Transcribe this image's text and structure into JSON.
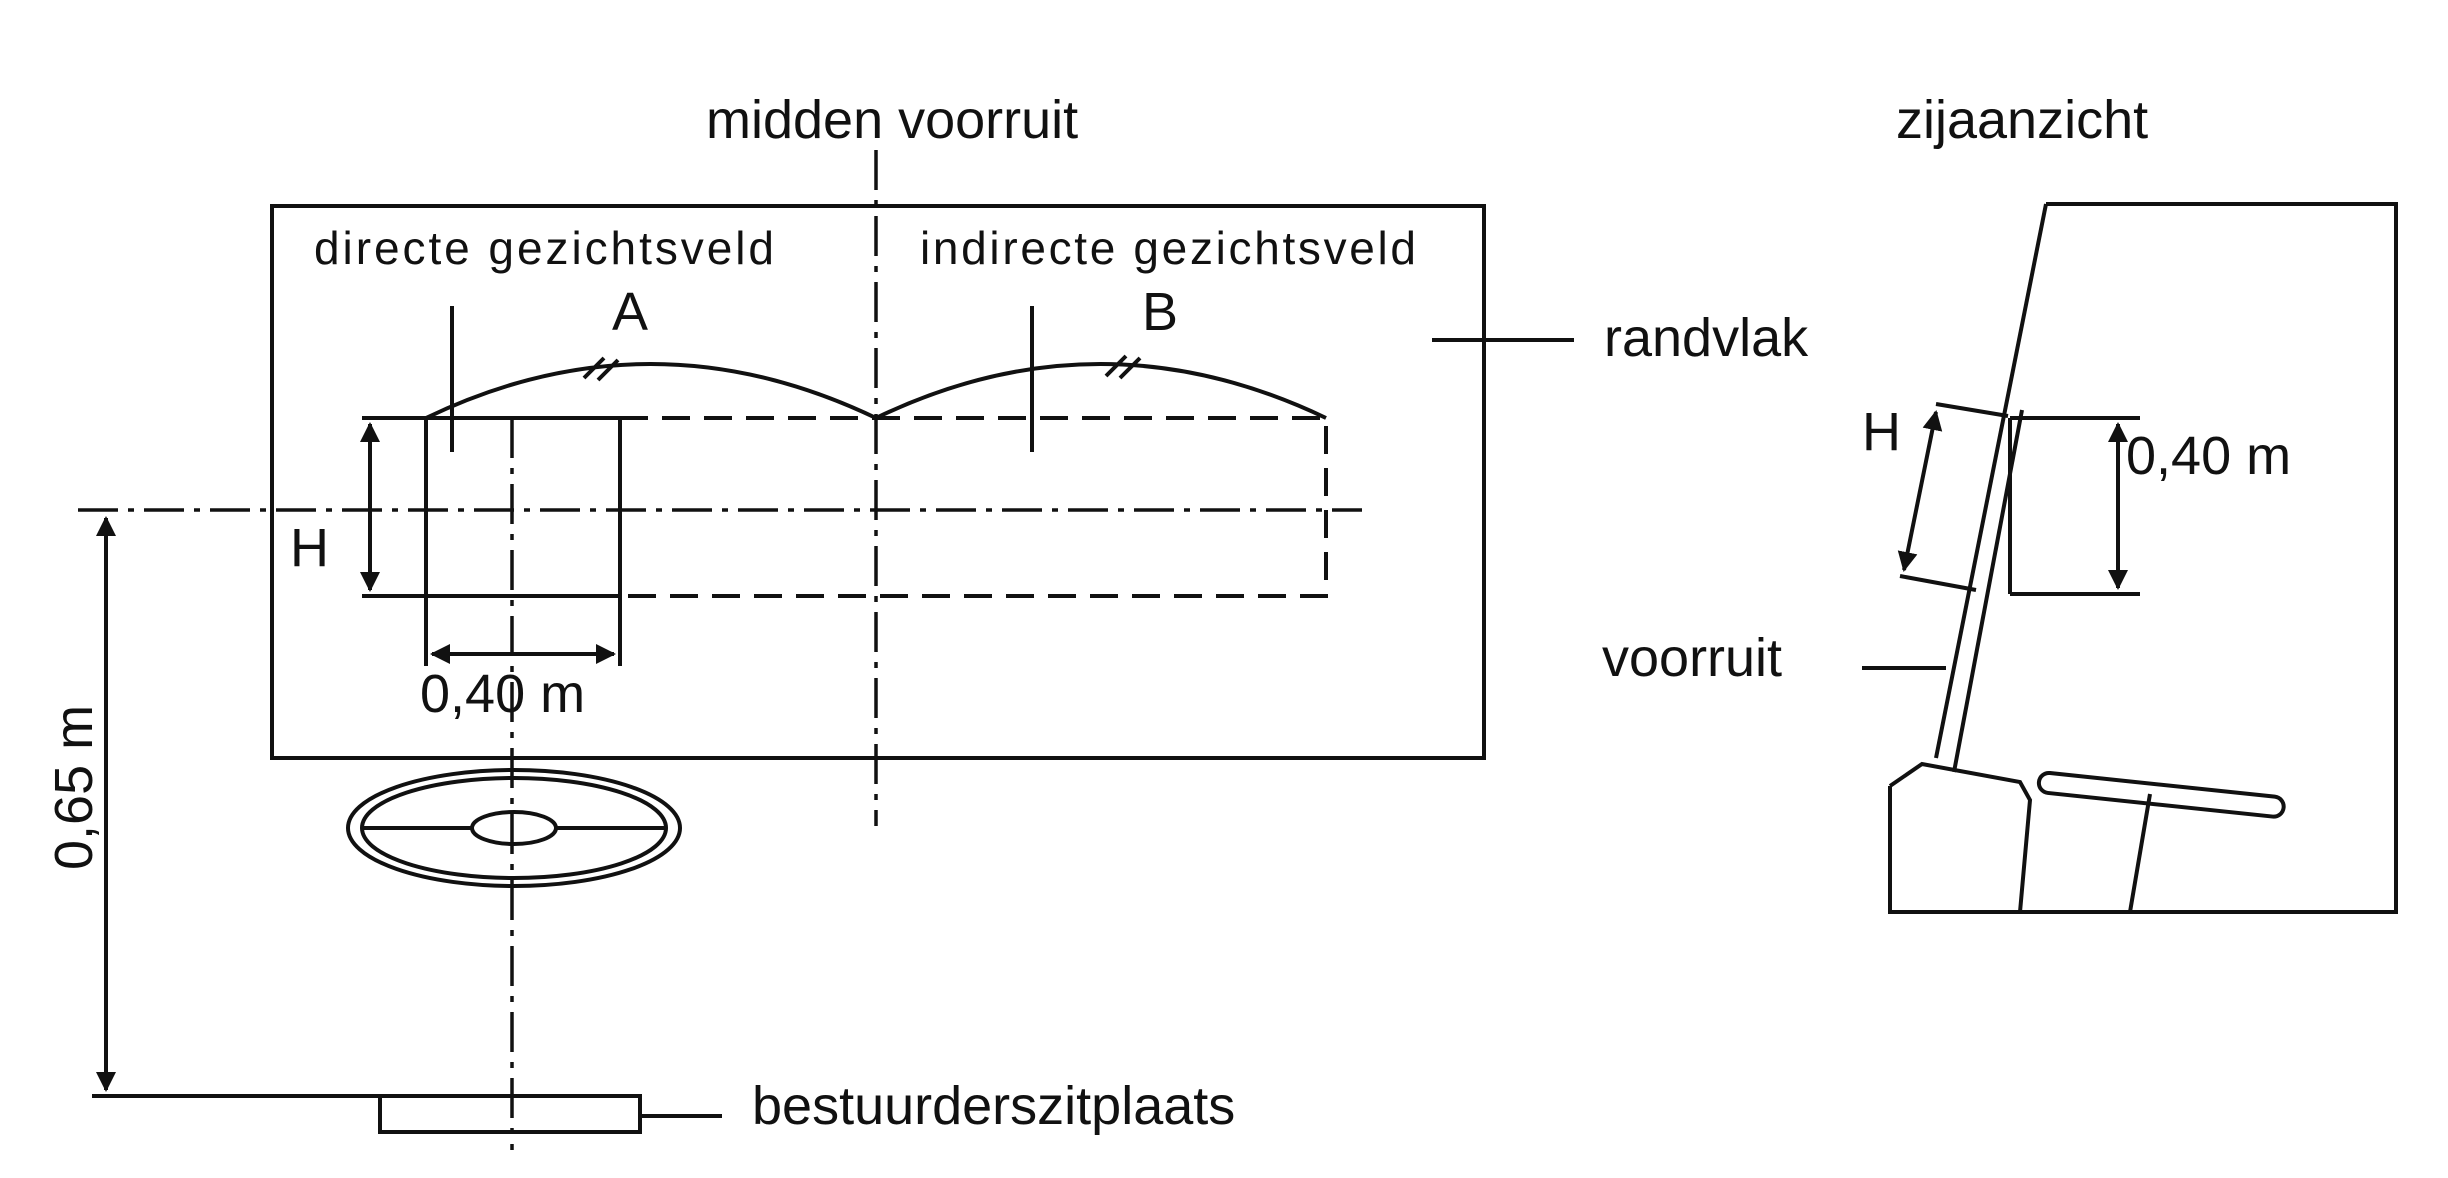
{
  "labels": {
    "midden_voorruit": "midden voorruit",
    "zijaanzicht": "zijaanzicht",
    "directe_gezichtsveld": "directe gezichtsveld",
    "indirecte_gezichtsveld": "indirecte gezichtsveld",
    "a": "A",
    "b": "B",
    "randvlak": "randvlak",
    "h_front": "H",
    "h_side": "H",
    "dim_040_front": "0,40 m",
    "dim_040_side": "0,40 m",
    "dim_065": "0,65 m",
    "voorruit": "voorruit",
    "bestuurderszitplaats": "bestuurderszitplaats"
  }
}
